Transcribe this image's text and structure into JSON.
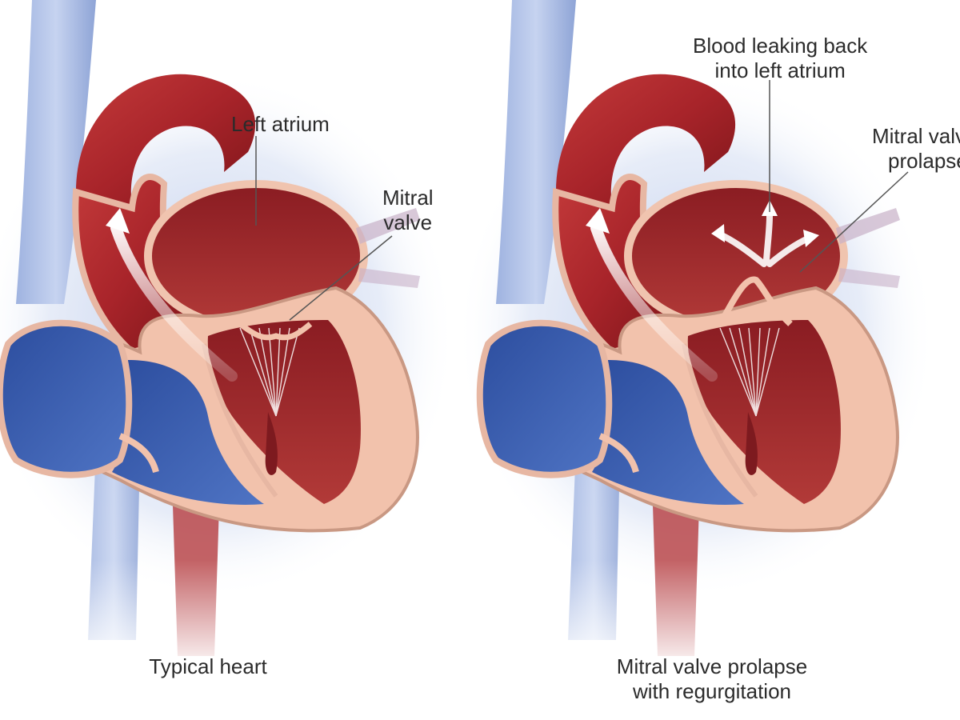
{
  "left_panel": {
    "labels": {
      "left_atrium": "Left atrium",
      "mitral_valve_line1": "Mitral",
      "mitral_valve_line2": "valve"
    },
    "caption": "Typical heart"
  },
  "right_panel": {
    "labels": {
      "blood_leak_line1": "Blood leaking back",
      "blood_leak_line2": "into left atrium",
      "prolapse_line1": "Mitral valve",
      "prolapse_line2": "prolapse"
    },
    "caption_line1": "Mitral valve prolapse",
    "caption_line2": "with regurgitation"
  },
  "colors": {
    "aorta_red": "#a8242a",
    "chamber_red": "#8e1d22",
    "vein_blue": "#3f63b5",
    "pale_blue": "#c9d6ef",
    "wall_pink": "#f2c2ac",
    "leader_line": "#555555"
  }
}
